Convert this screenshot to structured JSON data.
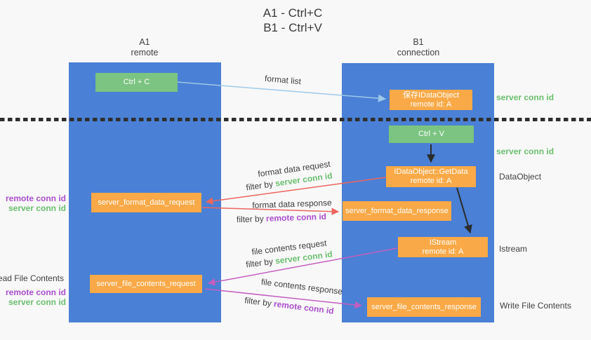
{
  "title": {
    "line1": "A1 - Ctrl+C",
    "line2": "B1 - Ctrl+V"
  },
  "lanes": {
    "left": {
      "header_top": "A1",
      "header_bottom": "remote"
    },
    "right": {
      "header_top": "B1",
      "header_bottom": "connection"
    }
  },
  "nodes": {
    "ctrl_c": {
      "label": "Ctrl + C"
    },
    "save_idataobject": {
      "line1": "保存IDataObject",
      "line2": "remote id: A"
    },
    "ctrl_v": {
      "label": "Ctrl + V"
    },
    "getdata": {
      "line1": "IDataObject::GetData",
      "line2": "remote id: A"
    },
    "server_format_data_request": {
      "label": "server_format_data_request"
    },
    "server_format_data_response": {
      "label": "server_format_data_response"
    },
    "istream": {
      "line1": "IStream",
      "line2": "remote id: A"
    },
    "server_file_contents_request": {
      "label": "server_file_contents_request"
    },
    "server_file_contents_response": {
      "label": "server_file_contents_response"
    }
  },
  "side_labels": {
    "server_conn_id_top": "server conn id",
    "server_conn_id_mid": "server conn id",
    "dataobject": "DataObject",
    "istream": "Istream",
    "write_file_contents": "Write File Contents",
    "read_file_contents": "Read File Contents",
    "format_pair": {
      "remote": "remote conn id",
      "server": "server conn id"
    },
    "file_pair": {
      "remote": "remote conn id",
      "server": "server conn id"
    }
  },
  "arrow_labels": {
    "format_list": "format list",
    "format_data_request": "format data request",
    "format_data_request_filter_prefix": "filter by ",
    "format_data_request_filter_value": "server conn id",
    "format_data_response": "format data response",
    "format_data_response_filter_prefix": "filter by ",
    "format_data_response_filter_value": "remote conn id",
    "file_contents_request": "file contents request",
    "file_contents_request_filter_prefix": "filter by ",
    "file_contents_request_filter_value": "server conn id",
    "file_contents_response": "file contents response",
    "file_contents_response_filter_prefix": "filter by ",
    "file_contents_response_filter_value": "remote conn id"
  },
  "colors": {
    "background": "#f8f8f8",
    "lane_blue": "#4a80d5",
    "box_green": "#7bc481",
    "box_orange": "#f9a947",
    "arrow_blue": "#9dc9ea",
    "arrow_red": "#ec655e",
    "arrow_magenta": "#c45ec0",
    "arrow_black": "#2b2b2b",
    "text_green": "#6abf6e",
    "text_purple": "#ab4fcd",
    "text_dark": "#3f3f3f"
  }
}
